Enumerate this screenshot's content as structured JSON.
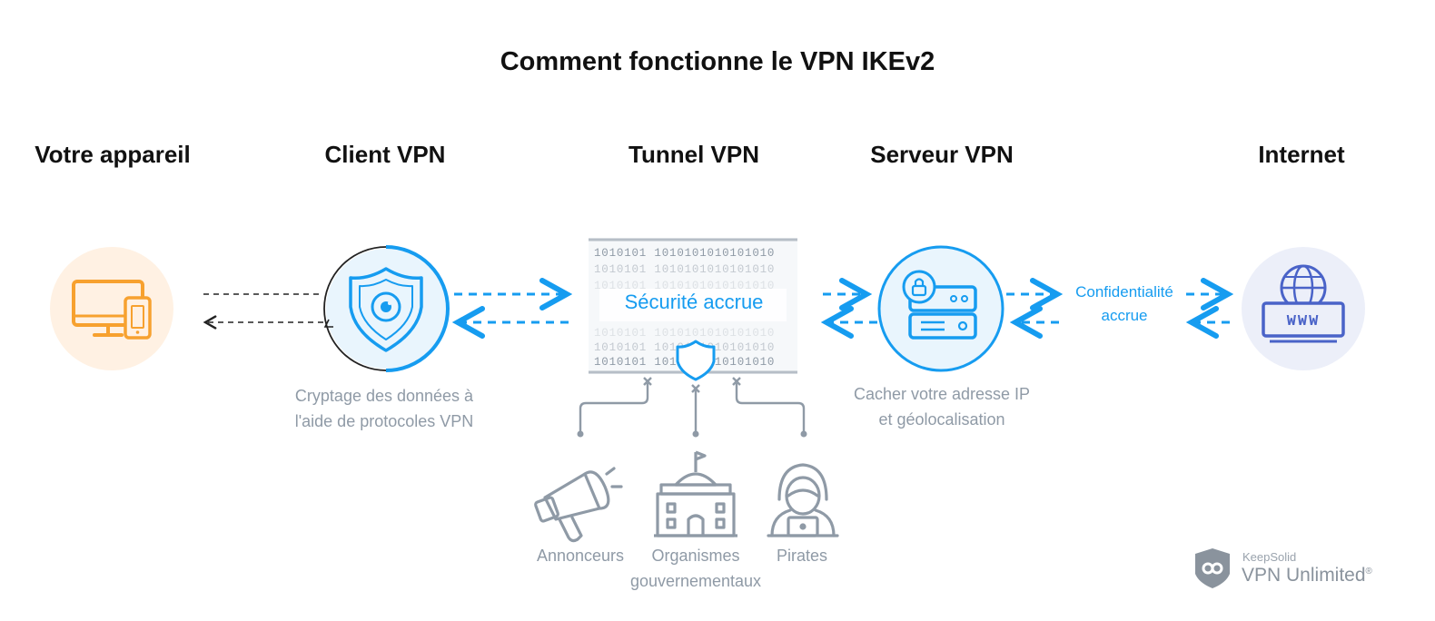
{
  "title": "Comment fonctionne le VPN IKEv2",
  "columns": {
    "device": "Votre appareil",
    "client": "Client VPN",
    "tunnel": "Tunnel VPN",
    "server": "Serveur VPN",
    "internet": "Internet"
  },
  "tunnel": {
    "center_label": "Sécurité accrue",
    "binary_row": "1010101 1010101010101010"
  },
  "captions": {
    "client_line1": "Cryptage des données à",
    "client_line2": "l'aide de protocoles VPN",
    "server_line1": "Cacher votre adresse IP",
    "server_line2": "et géolocalisation",
    "privacy_line1": "Confidentialité",
    "privacy_line2": "accrue"
  },
  "threats": {
    "advertisers": "Annonceurs",
    "gov_line1": "Organismes",
    "gov_line2": "gouvernementaux",
    "hackers": "Pirates"
  },
  "brand": {
    "company": "KeepSolid",
    "product": "VPN Unlimited",
    "registered": "®"
  },
  "colors": {
    "blue": "#169cf0",
    "orange": "#f7a12f",
    "orange_bg": "#fff1e3",
    "blue_bg": "#e9f5fd",
    "indigo": "#4a63c8",
    "indigo_bg": "#eceff9",
    "gray": "#8f9aa6"
  },
  "icons": [
    "monitor-phone-icon",
    "shield-eye-icon",
    "server-lock-icon",
    "globe-www-icon",
    "megaphone-icon",
    "government-building-icon",
    "hacker-icon",
    "keepsolid-logo-icon"
  ]
}
